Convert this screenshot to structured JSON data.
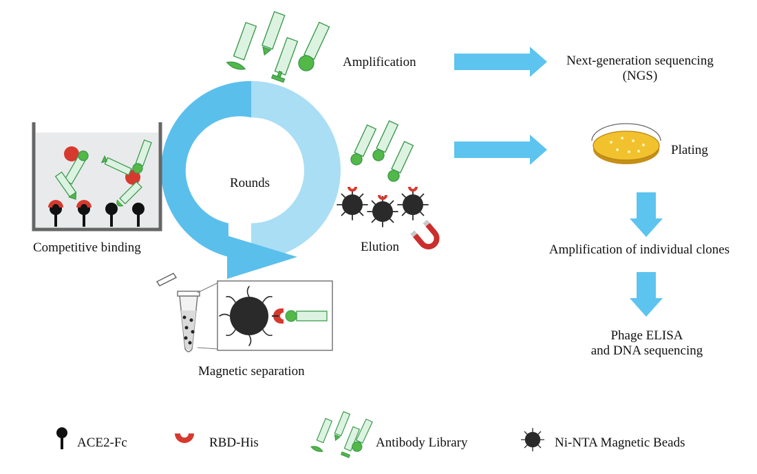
{
  "labels": {
    "rounds": "Rounds",
    "amplification": "Amplification",
    "ngs_line1": "Next-generation sequencing",
    "ngs_line2": "(NGS)",
    "plating": "Plating",
    "amplification_clones": "Amplification of individual clones",
    "elisa_line1": "Phage ELISA",
    "elisa_line2": "and DNA sequencing",
    "competitive_binding": "Competitive binding",
    "elution": "Elution",
    "magnetic_separation": "Magnetic separation"
  },
  "legend": {
    "ace2": "ACE2-Fc",
    "rbd": "RBD-His",
    "antibody": "Antibody Library",
    "beads": "Ni-NTA Magnetic Beads"
  },
  "colors": {
    "cycle_dark": "#5bbfec",
    "cycle_light": "#a9def5",
    "arrow": "#5cc4ef",
    "antibody_fill": "#ddf3e2",
    "antibody_stroke": "#3d9a4d",
    "antibody_head": "#52b848",
    "rbd": "#d63a2f",
    "bead": "#2a2a2a",
    "plate": "#f2c12e"
  }
}
